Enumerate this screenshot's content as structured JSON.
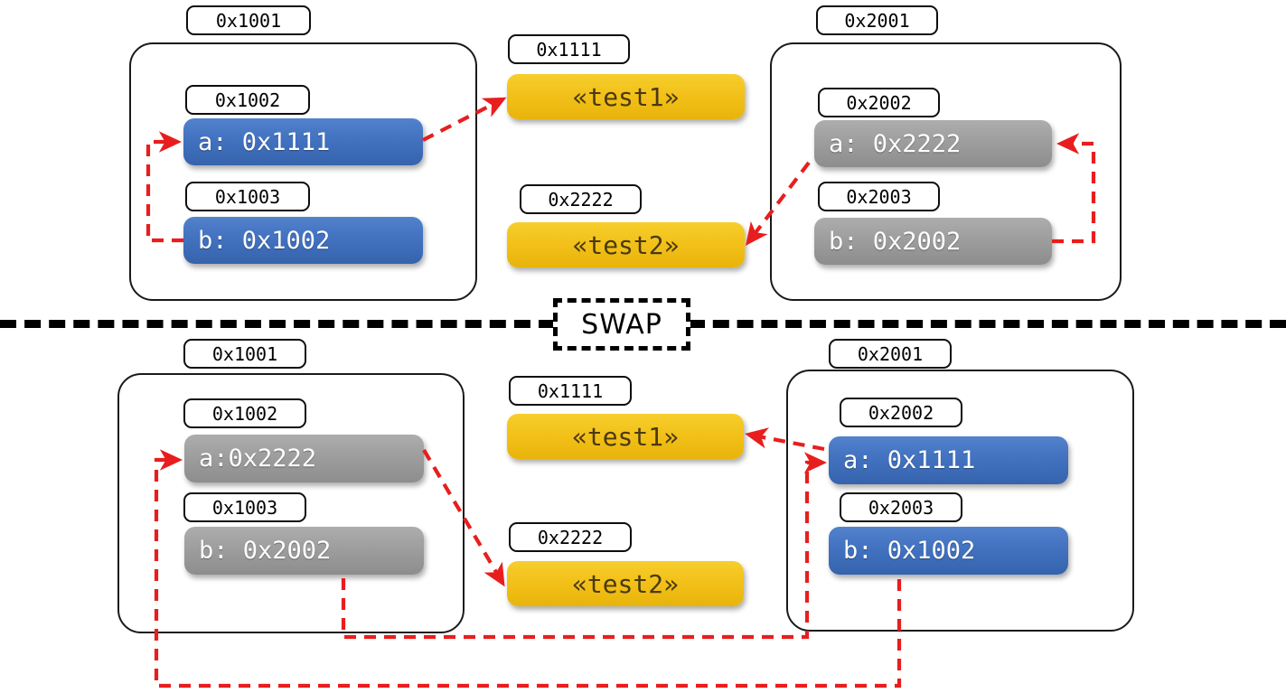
{
  "diagram": {
    "title": "Pointer swap memory diagram",
    "divider_label": "SWAP",
    "colors": {
      "pointer_arrow": "#e81e1e",
      "blue_cell": "#4272c0",
      "gray_cell": "#9e9e9e",
      "yellow_cell": "#f2c018",
      "outline": "#1a1a1a"
    }
  },
  "before": {
    "left_frame": {
      "address": "0x1001",
      "rows": [
        {
          "address": "0x1002",
          "value": "a: 0x1111",
          "style": "blue"
        },
        {
          "address": "0x1003",
          "value": "b: 0x1002",
          "style": "blue"
        }
      ]
    },
    "heap": [
      {
        "address": "0x1111",
        "value": "«test1»",
        "style": "yellow"
      },
      {
        "address": "0x2222",
        "value": "«test2»",
        "style": "yellow"
      }
    ],
    "right_frame": {
      "address": "0x2001",
      "rows": [
        {
          "address": "0x2002",
          "value": "a: 0x2222",
          "style": "gray"
        },
        {
          "address": "0x2003",
          "value": "b: 0x2002",
          "style": "gray"
        }
      ]
    }
  },
  "after": {
    "left_frame": {
      "address": "0x1001",
      "rows": [
        {
          "address": "0x1002",
          "value": "a:0x2222",
          "style": "gray"
        },
        {
          "address": "0x1003",
          "value": "b: 0x2002",
          "style": "gray"
        }
      ]
    },
    "heap": [
      {
        "address": "0x1111",
        "value": "«test1»",
        "style": "yellow"
      },
      {
        "address": "0x2222",
        "value": "«test2»",
        "style": "yellow"
      }
    ],
    "right_frame": {
      "address": "0x2001",
      "rows": [
        {
          "address": "0x2002",
          "value": "a: 0x1111",
          "style": "blue"
        },
        {
          "address": "0x2003",
          "value": "b: 0x1002",
          "style": "blue"
        }
      ]
    }
  }
}
